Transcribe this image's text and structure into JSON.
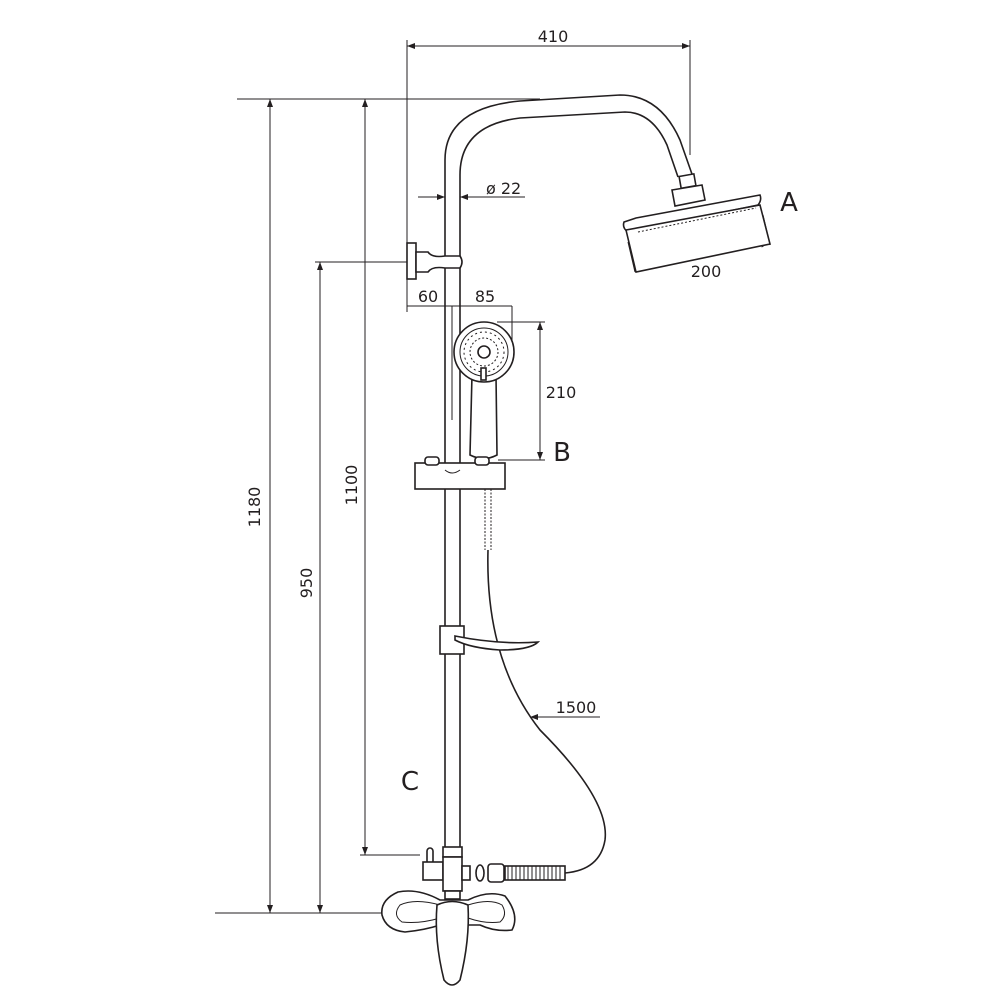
{
  "title": "Shower column technical drawing",
  "labels": {
    "a": "A",
    "b": "B",
    "c": "C"
  },
  "dimensions": {
    "arm_reach": "410",
    "pipe_diameter": "ø 22",
    "head_diameter": "200",
    "wall_offset": "60",
    "hand_offset": "85",
    "hand_length": "210",
    "total_height": "1180",
    "column_height": "1100",
    "bracket_height": "950",
    "hose_length": "1500"
  },
  "colors": {
    "line": "#231f20",
    "background": "#ffffff"
  }
}
